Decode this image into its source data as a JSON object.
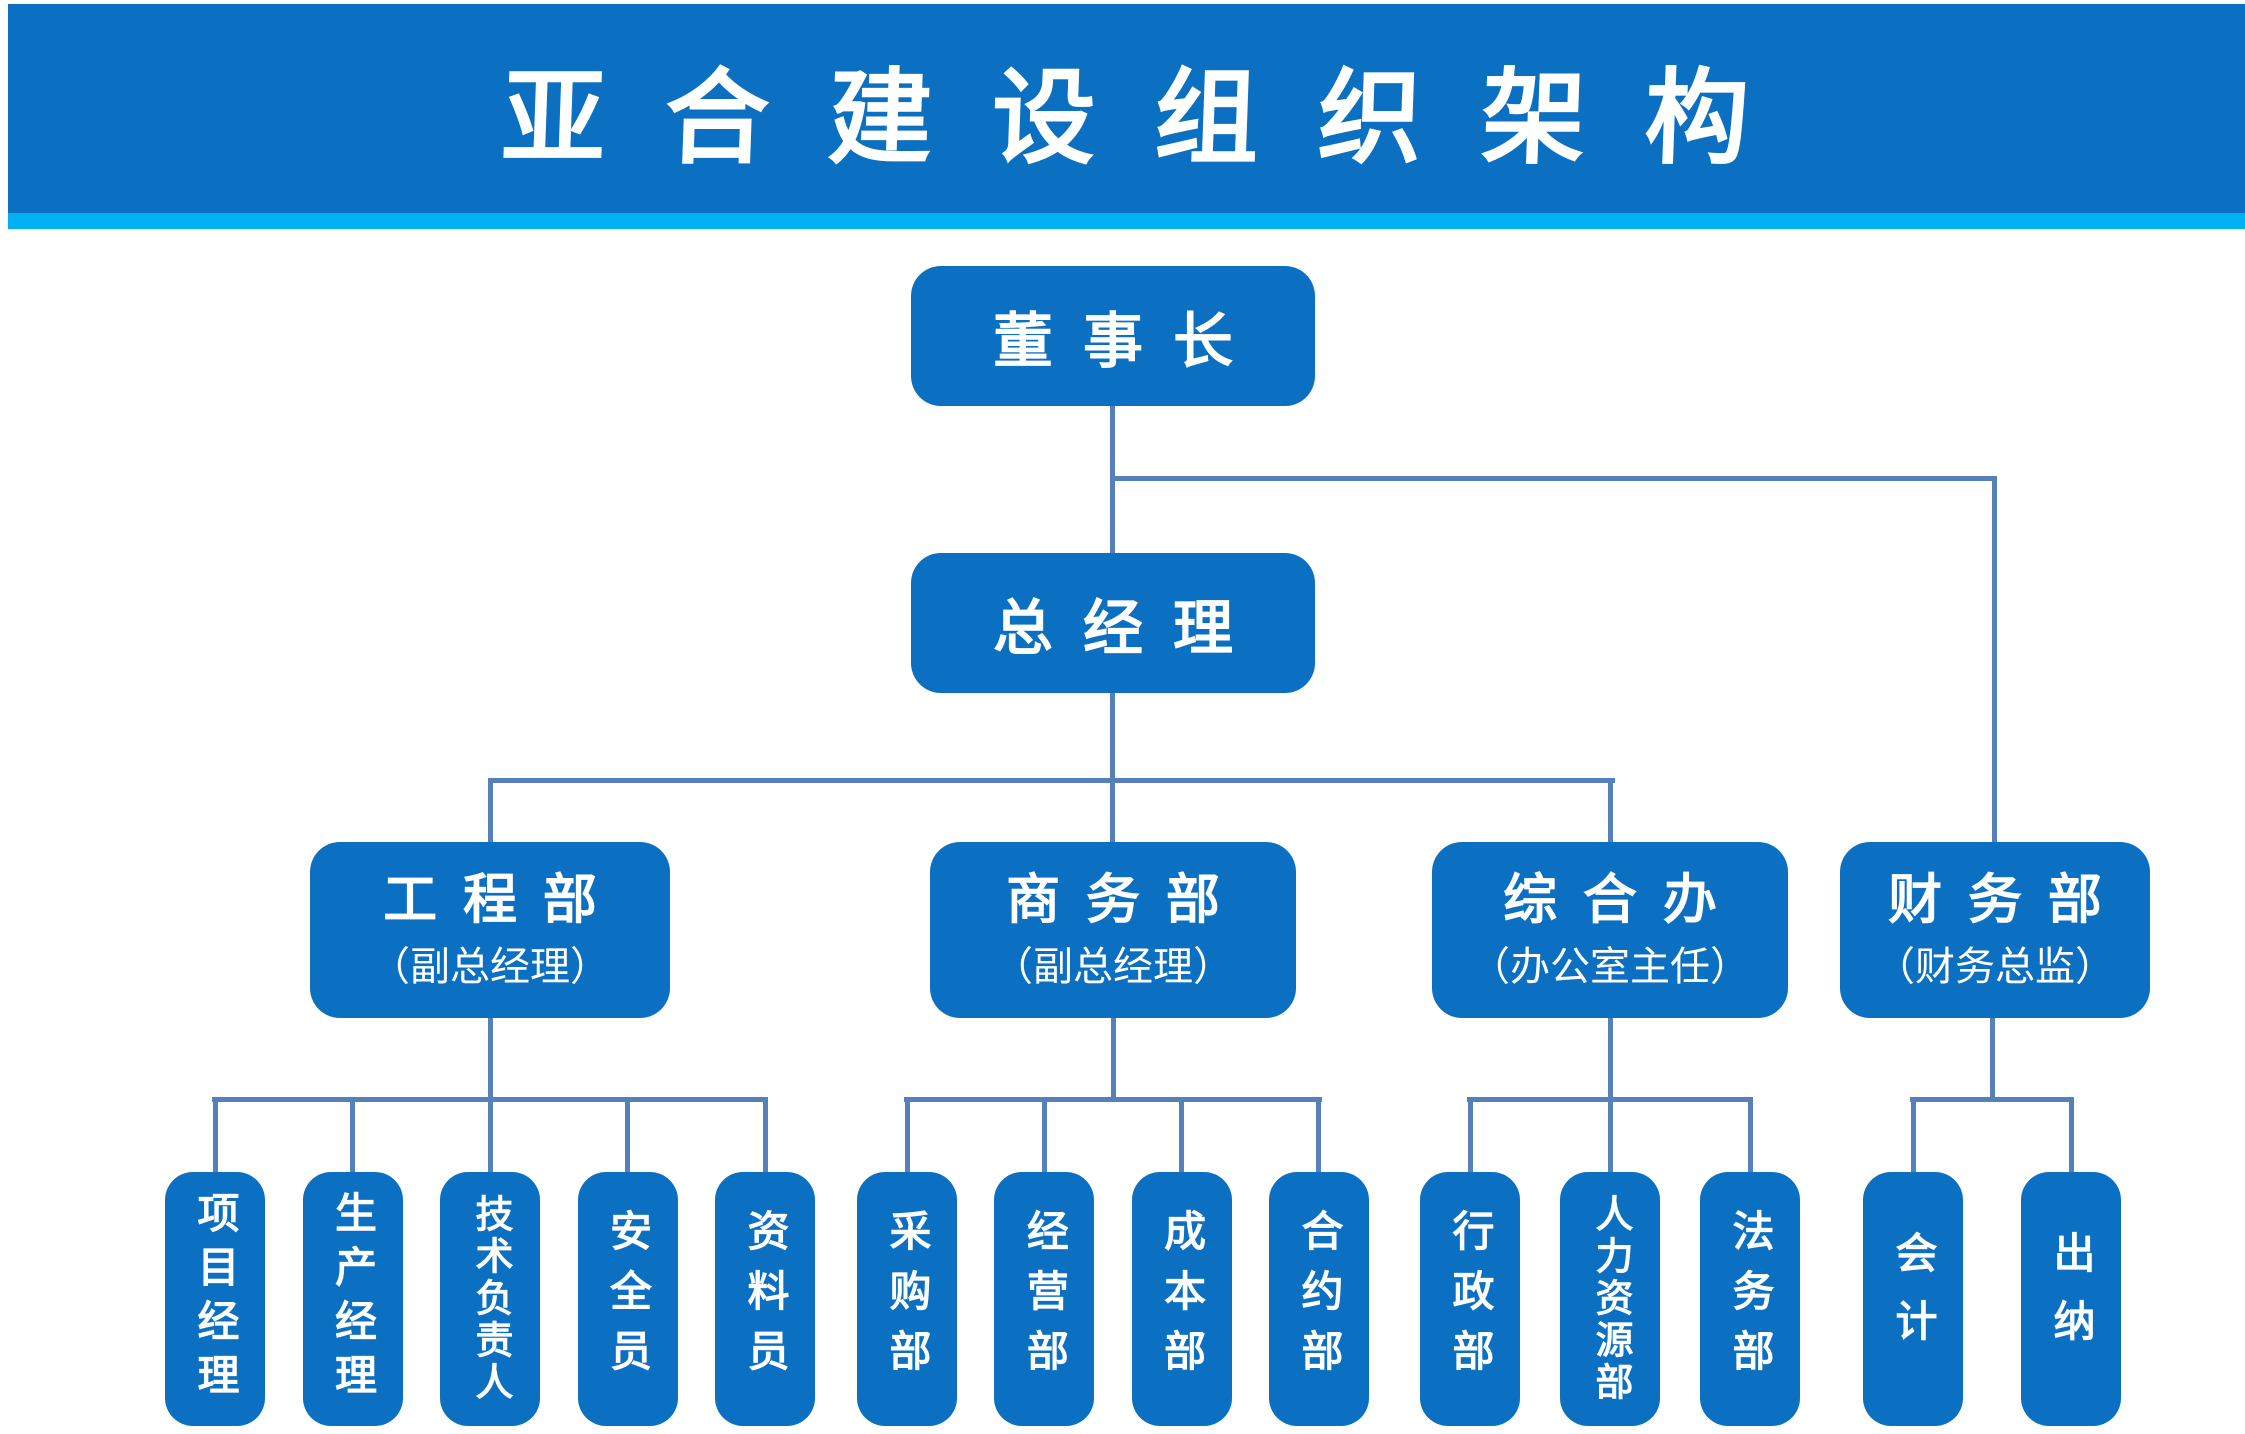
{
  "banner": {
    "title": "亚合建设组织架构"
  },
  "colors": {
    "banner_bg": "#0b70c1",
    "accent_strip": "#00b0f0",
    "node_fill": "#0c70c2",
    "connector": "#5580b9",
    "label_text": "#ffffff",
    "page_bg": "#ffffff"
  },
  "org": {
    "chairman": {
      "label": "董事长"
    },
    "general_manager": {
      "label": "总经理",
      "reports_to": "chairman"
    },
    "departments": [
      {
        "label": "工程部",
        "subtitle": "（副总经理）",
        "reports_to": "general_manager",
        "children": [
          "项目经理",
          "生产经理",
          "技术负责人",
          "安全员",
          "资料员"
        ]
      },
      {
        "label": "商务部",
        "subtitle": "（副总经理）",
        "reports_to": "general_manager",
        "children": [
          "采购部",
          "经营部",
          "成本部",
          "合约部"
        ]
      },
      {
        "label": "综合办",
        "subtitle": "（办公室主任）",
        "reports_to": "general_manager",
        "children": [
          "行政部",
          "人力资源部",
          "法务部"
        ]
      },
      {
        "label": "财务部",
        "subtitle": "（财务总监）",
        "reports_to": "chairman",
        "children": [
          "会计",
          "出纳"
        ]
      }
    ]
  }
}
